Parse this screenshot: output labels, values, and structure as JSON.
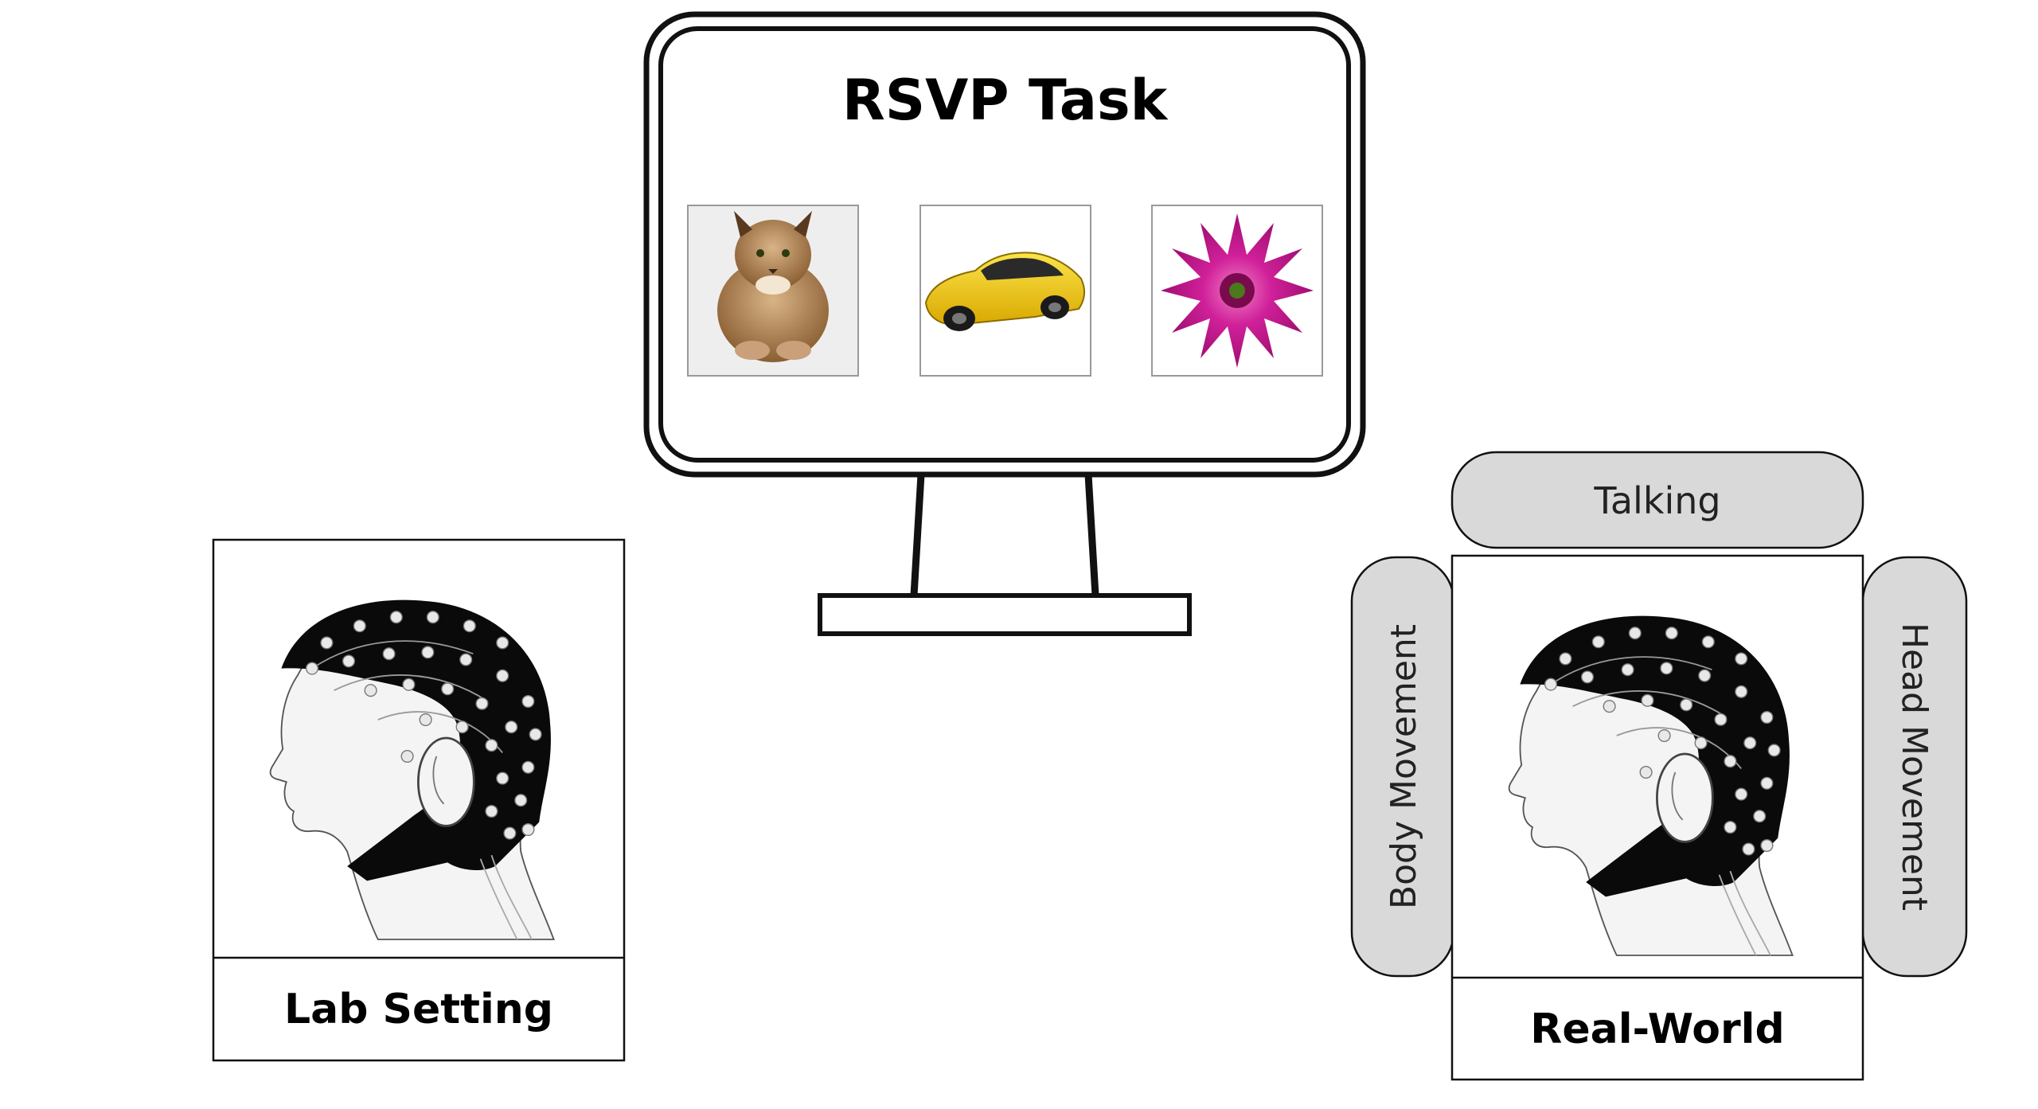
{
  "monitor": {
    "title": "RSVP Task",
    "stimuli": [
      {
        "icon": "lynx-photo"
      },
      {
        "icon": "yellow-sports-car-photo"
      },
      {
        "icon": "magenta-dahlia-photo"
      }
    ]
  },
  "lab_panel": {
    "label": "Lab Setting",
    "icon": "eeg-cap-head"
  },
  "real_world_panel": {
    "label": "Real-World",
    "icon": "eeg-cap-head",
    "artifacts": {
      "top": "Talking",
      "left": "Body Movement",
      "right": "Head Movement"
    }
  },
  "colors": {
    "pill_fill": "#d9d9d9",
    "cap": "#0a0a0a",
    "electrode": "#e8e8e8",
    "lynx": "#a67a4a",
    "car": "#f2cc0c",
    "flower": "#c2188a"
  }
}
